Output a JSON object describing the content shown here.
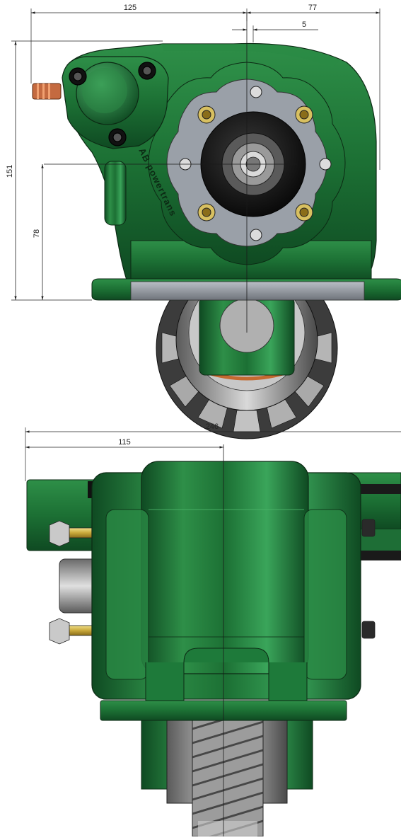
{
  "drawing": {
    "colors": {
      "housing": "#1e7a3a",
      "housing_dark": "#0f4a22",
      "housing_light": "#3aa55a",
      "flange_gray": "#9aa0a8",
      "bolt_yellow": "#d8c060",
      "gear_steel": "#8a8a8a",
      "dimension_line": "#222222"
    },
    "logo_text": "AB powertrans",
    "top_view": {
      "dimensions": {
        "width_left": "125",
        "width_right": "77",
        "offset": "5",
        "height_total": "151",
        "height_axis": "78"
      }
    },
    "bottom_view": {
      "dimensions": {
        "overall_length": "246",
        "axis_length": "115"
      }
    }
  }
}
